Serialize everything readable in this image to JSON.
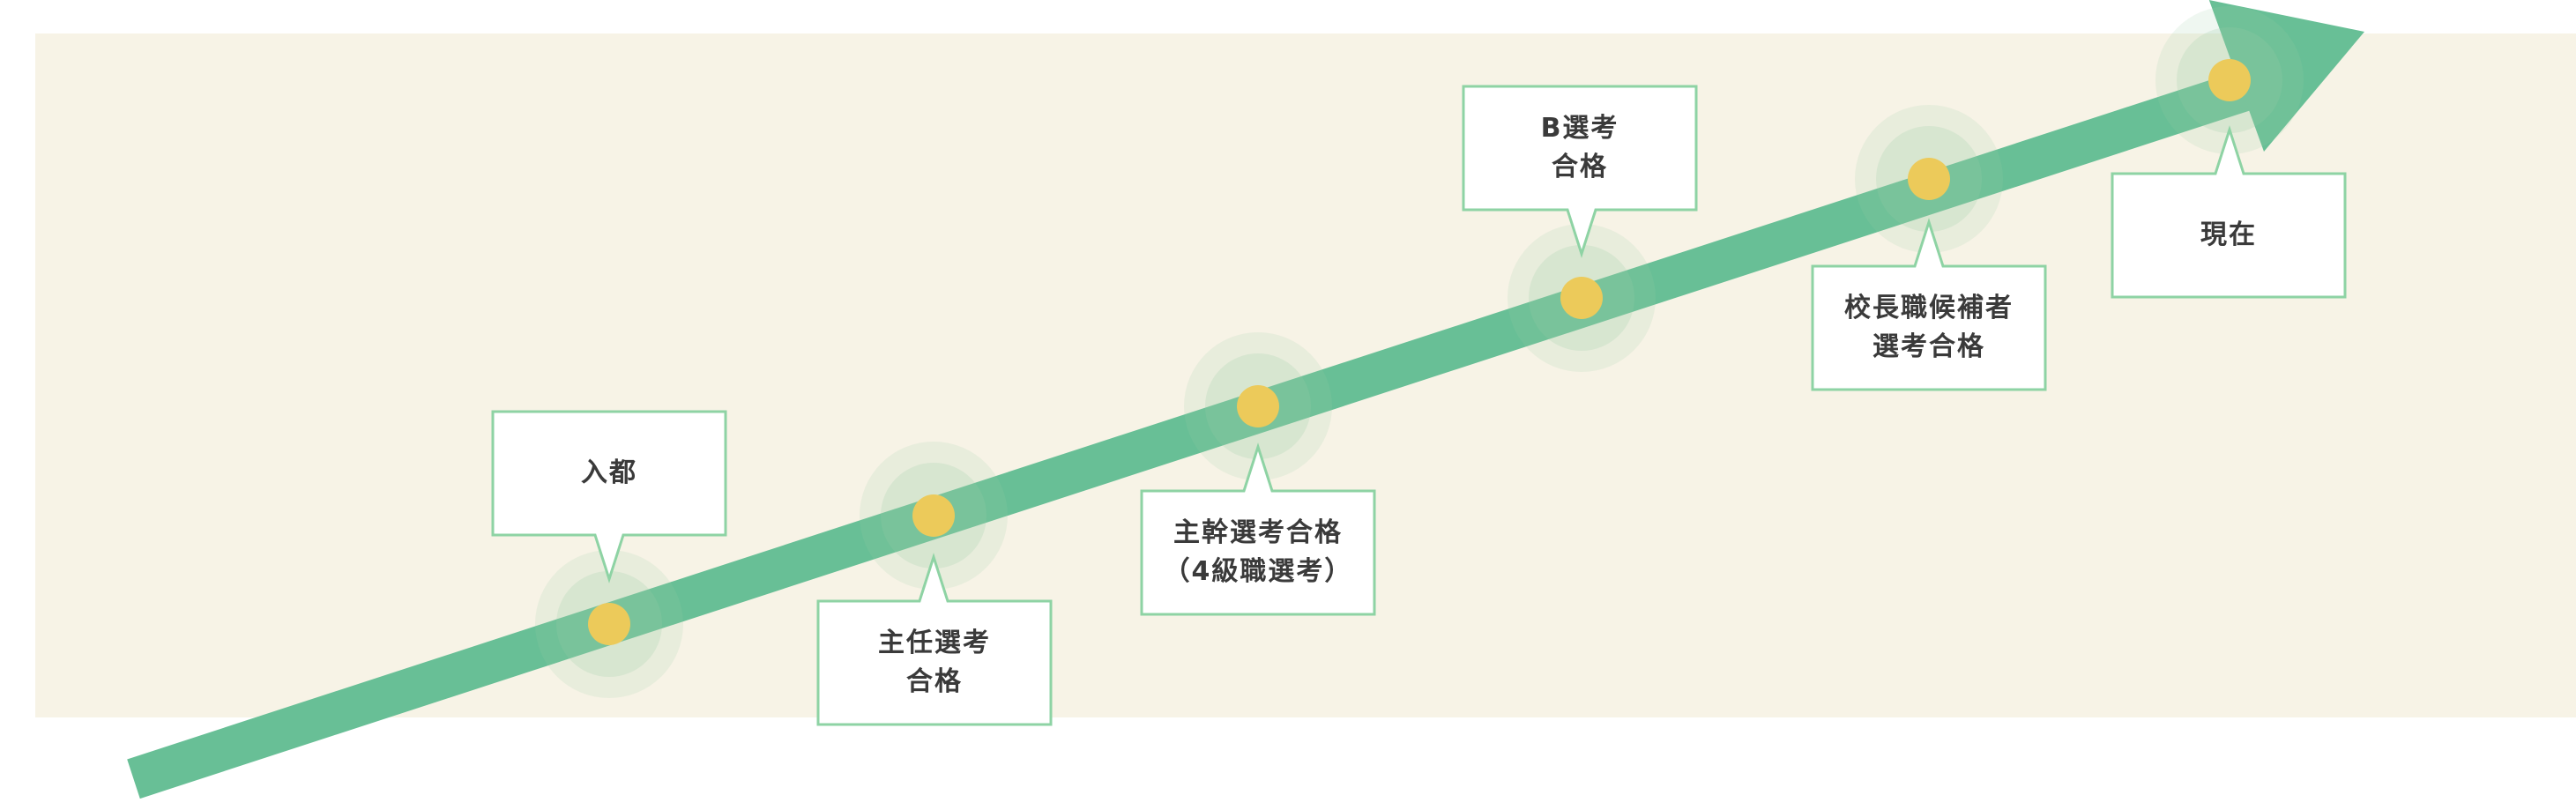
{
  "colors": {
    "band": "#f7f3e6",
    "arrow": "#68bf96",
    "dot": "#ecca5a",
    "halo": "#9ccfa8",
    "box_border": "#8ed3a4",
    "box_fill": "#ffffff",
    "text": "#3a3a3a"
  },
  "milestones": [
    {
      "id": "nyuto",
      "lines": [
        "入都"
      ],
      "box_side": "above"
    },
    {
      "id": "shunin",
      "lines": [
        "主任選考",
        "合格"
      ],
      "box_side": "below"
    },
    {
      "id": "shukan",
      "lines": [
        "主幹選考合格",
        "（4級職選考）"
      ],
      "box_side": "below"
    },
    {
      "id": "b-senko",
      "lines": [
        "B選考",
        "合格"
      ],
      "box_side": "above"
    },
    {
      "id": "kocho",
      "lines": [
        "校長職候補者",
        "選考合格"
      ],
      "box_side": "below"
    },
    {
      "id": "genzai",
      "lines": [
        "現在"
      ],
      "box_side": "below"
    }
  ]
}
